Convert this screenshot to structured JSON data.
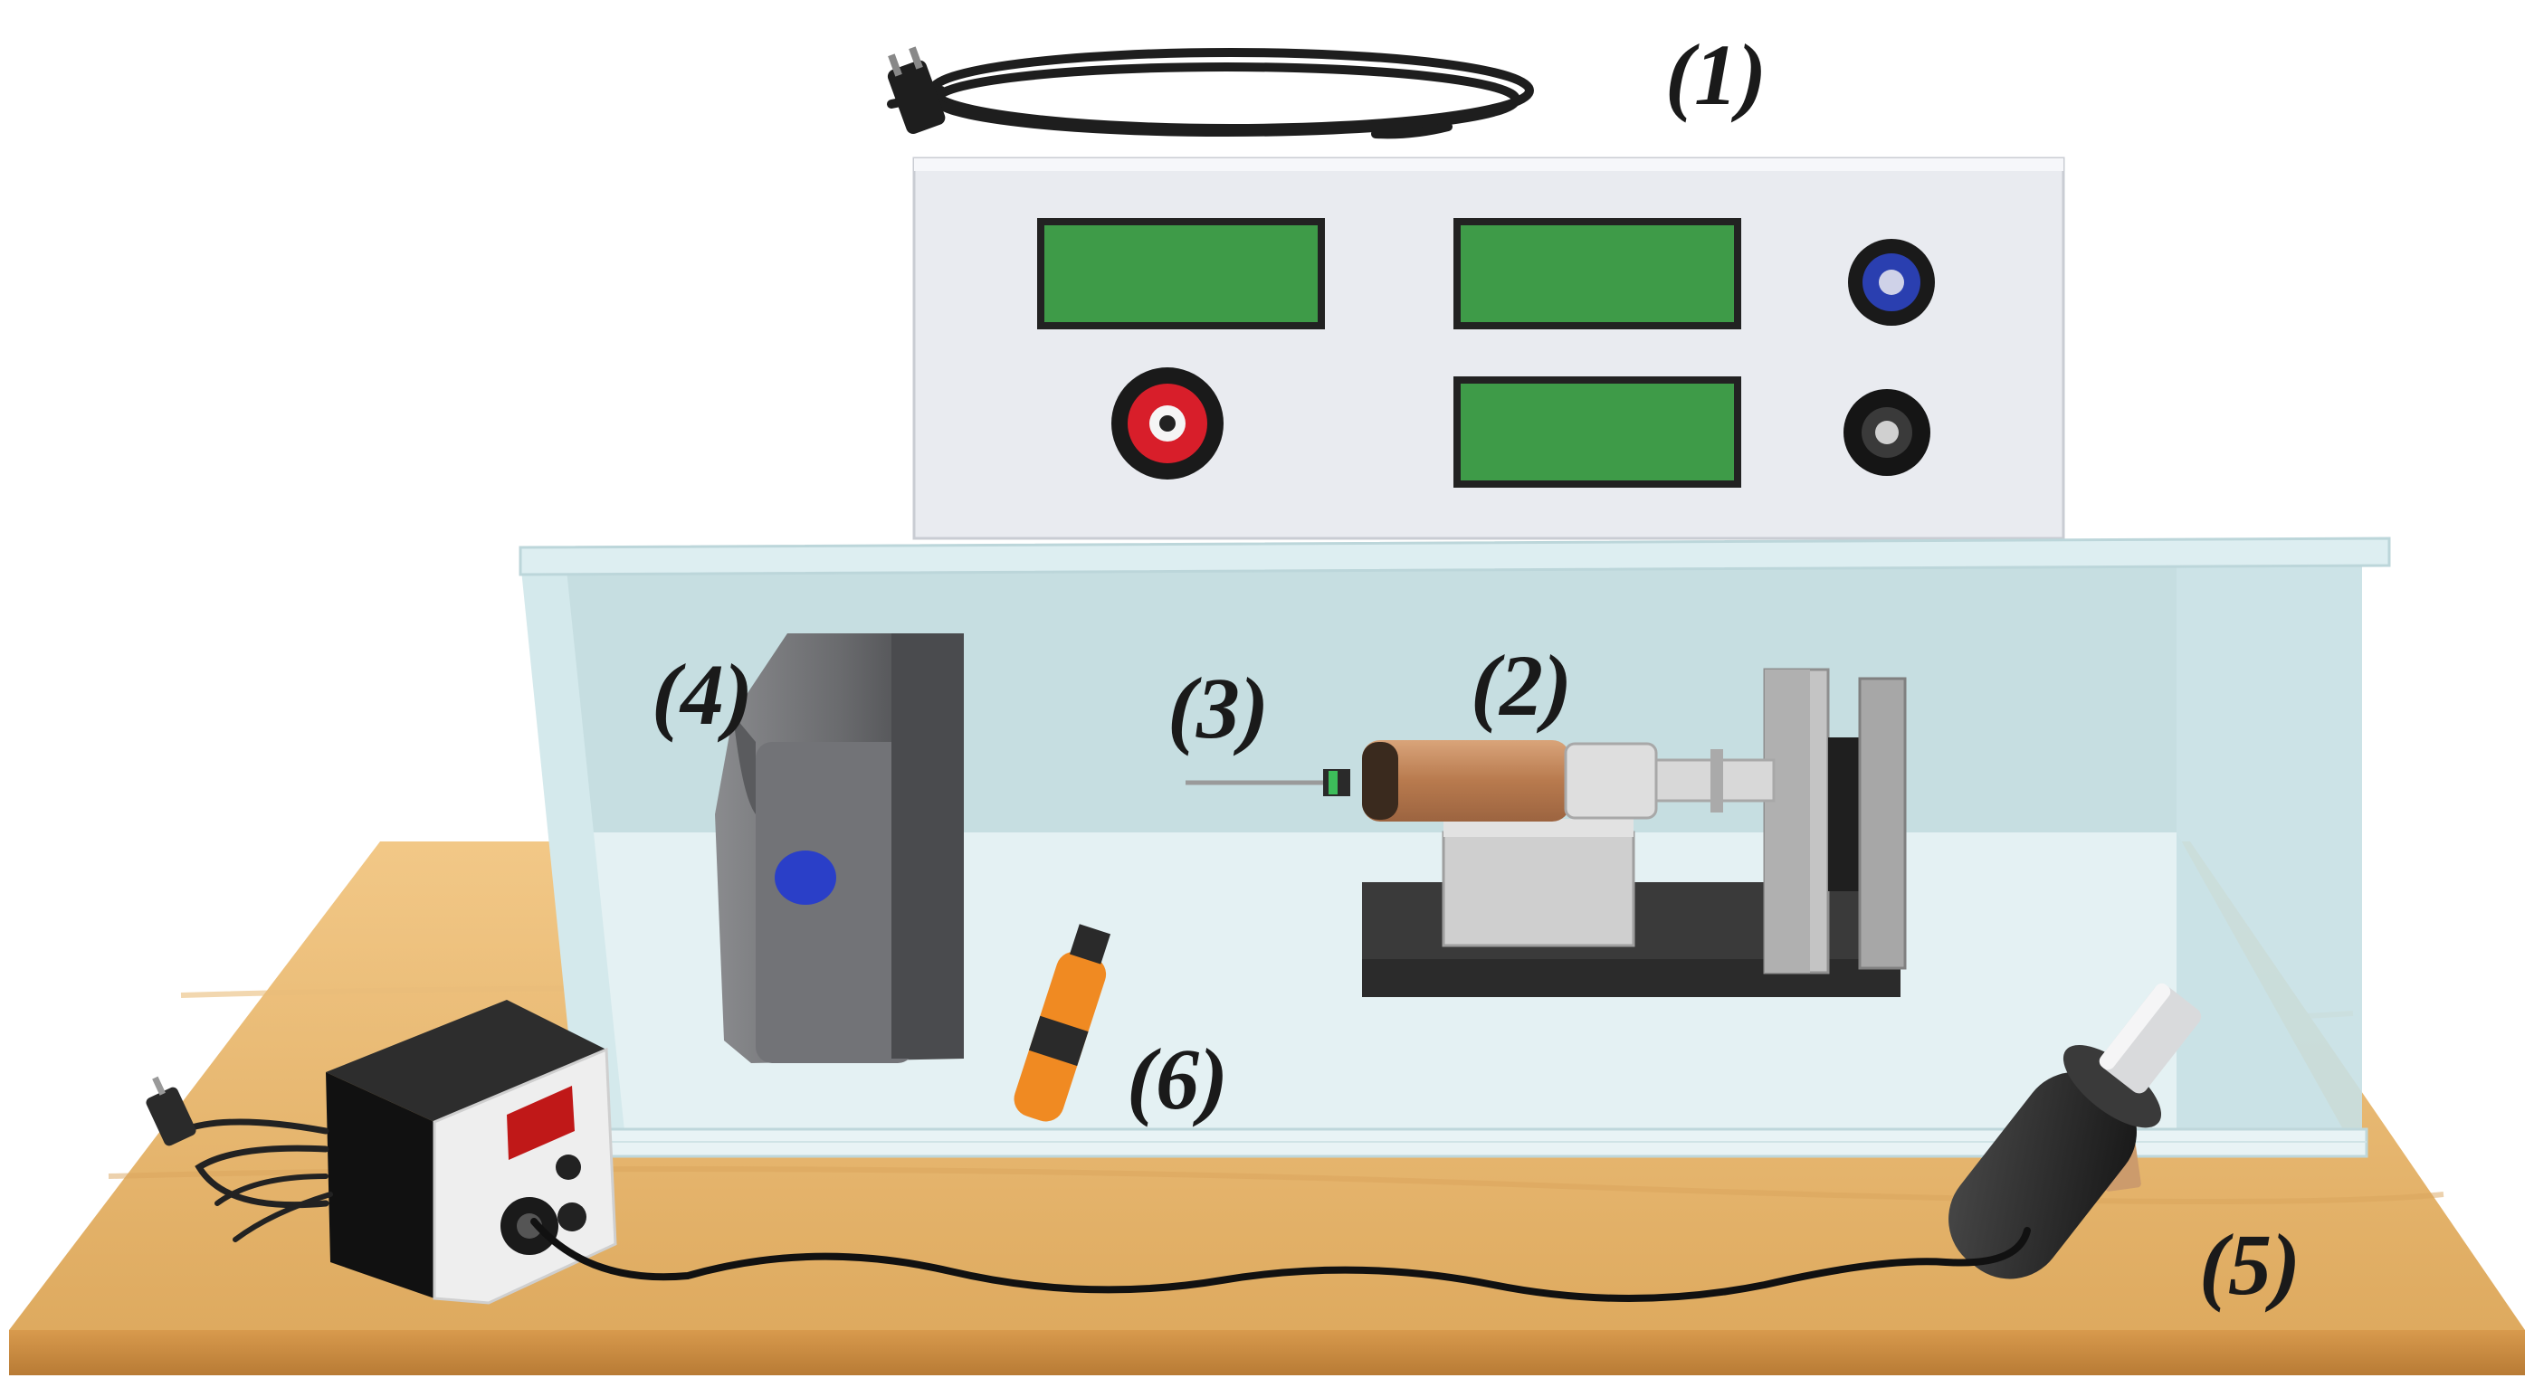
{
  "labels": {
    "power_supply": "(1)",
    "syringe_pump": "(2)",
    "needle": "(3)",
    "collector": "(4)",
    "motor": "(5)",
    "sensor": "(6)"
  },
  "colors": {
    "table_wood": "#e6b46a",
    "table_edge": "#c9893f",
    "power_supply_body": "#eceef3",
    "lcd_green": "#3e9b48",
    "chamber_glass": "#cfe7ec",
    "red_terminal": "#d81e2a",
    "blue_knob": "#2a3fb0",
    "syringe_brown": "#c48a5e",
    "collector_gray": "#6d6e71",
    "collector_dot": "#2a3fc8",
    "sensor_orange": "#f08a22",
    "controller_black": "#2a2a2a",
    "controller_display": "#c01818"
  },
  "icons": {
    "power_cord": "coiled-cable-icon",
    "red_terminal": "red-binding-post-icon",
    "blue_knob": "blue-knob-icon",
    "black_knob": "black-knob-icon"
  }
}
